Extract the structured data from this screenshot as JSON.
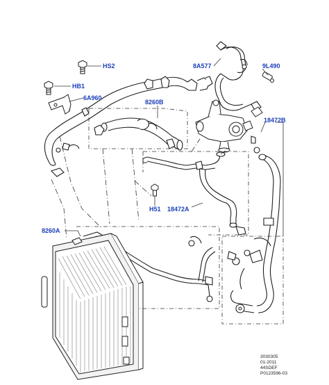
{
  "colors": {
    "callout": "#1a3fb8",
    "line": "#1e1e1e",
    "leader": "#333333",
    "part_fill": "#ffffff",
    "radiator_fill": "#f2f2f2"
  },
  "callouts": {
    "hs2": "HS2",
    "hb1": "HB1",
    "6a960": "6A960",
    "8a577": "8A577",
    "9l490": "9L490",
    "8260b": "8260B",
    "18472b": "18472B",
    "h51": "H51",
    "18472a": "18472A",
    "8260a": "8260A"
  },
  "footer": {
    "line1": "3030305",
    "line2": "01-2011",
    "line3": "44SDEF",
    "line4": "P0123596-03"
  },
  "parts": [
    {
      "name": "upper-bypass-hose-8a577-icon"
    },
    {
      "name": "clip-9l490-icon"
    },
    {
      "name": "bolt-hs2-icon"
    },
    {
      "name": "bolt-hb1-icon"
    },
    {
      "name": "bracket-6a960-icon"
    },
    {
      "name": "long-hose-upper-icon"
    },
    {
      "name": "hose-8260b-icon"
    },
    {
      "name": "thermostat-housing-icon"
    },
    {
      "name": "hose-18472b-icon"
    },
    {
      "name": "pipe-18472a-icon"
    },
    {
      "name": "bolt-h51-icon"
    },
    {
      "name": "pipe-8260a-icon"
    },
    {
      "name": "radiator-icon"
    }
  ]
}
